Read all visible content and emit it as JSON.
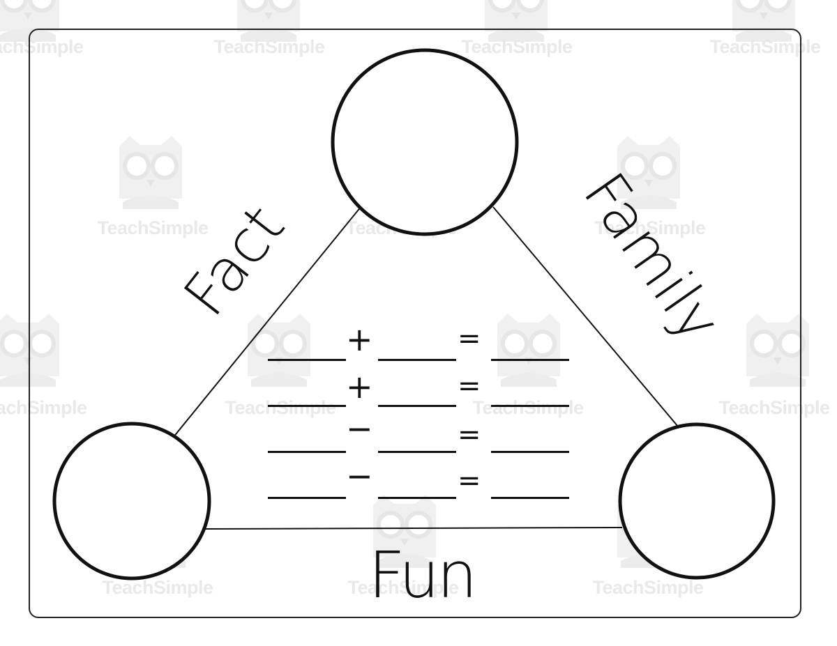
{
  "worksheet": {
    "labels": {
      "left_side": "Fact",
      "right_side": "Family",
      "bottom_side": "Fun"
    },
    "equations": [
      {
        "operator": "+",
        "equals": "="
      },
      {
        "operator": "+",
        "equals": "="
      },
      {
        "operator": "−",
        "equals": "="
      },
      {
        "operator": "−",
        "equals": "="
      }
    ]
  },
  "watermark": {
    "text": "TeachSimple",
    "color": "#e9e9e9"
  },
  "colors": {
    "ink": "#111111",
    "background": "#ffffff"
  }
}
